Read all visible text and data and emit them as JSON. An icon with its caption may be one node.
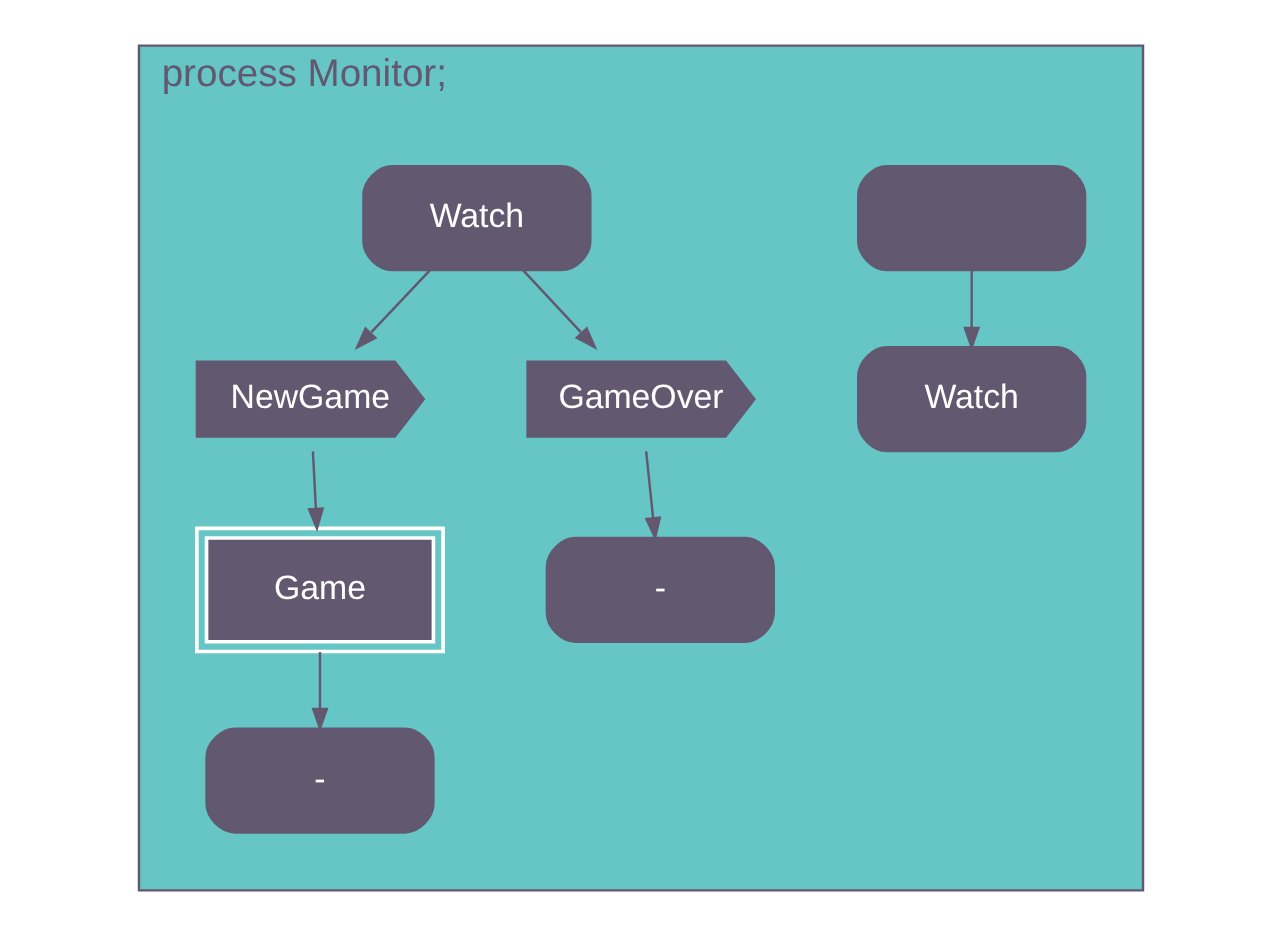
{
  "diagram": {
    "nodes": [
      {
        "text": [
          "process Monitor;"
        ]
      },
      {
        "text": [],
        "shape": "oval",
        "in": 0
      },
      {
        "text": [
          "Watch"
        ],
        "in": 0
      },
      {
        "text": [
          "Watch"
        ],
        "in": 0
      },
      {
        "text": [
          "NewGame"
        ],
        "in": 0
      },
      {
        "text": [
          "GameOver"
        ],
        "in": 0
      },
      {
        "text": [
          "Game"
        ],
        "in": 0
      },
      {
        "text": [
          "-"
        ],
        "in": 0
      },
      {
        "text": [
          "-"
        ],
        "in": 0
      }
    ],
    "edges": [
      {
        "from": 1,
        "to": 3,
        "arrow": "to"
      },
      {
        "from": 2,
        "to": 4,
        "arrow": "to"
      },
      {
        "from": 2,
        "to": 5,
        "arrow": "to"
      },
      {
        "from": 4,
        "to": 6,
        "arrow": "to"
      },
      {
        "from": 5,
        "to": 7,
        "arrow": "to"
      },
      {
        "from": 6,
        "to": 8,
        "arrow": "to"
      }
    ]
  }
}
